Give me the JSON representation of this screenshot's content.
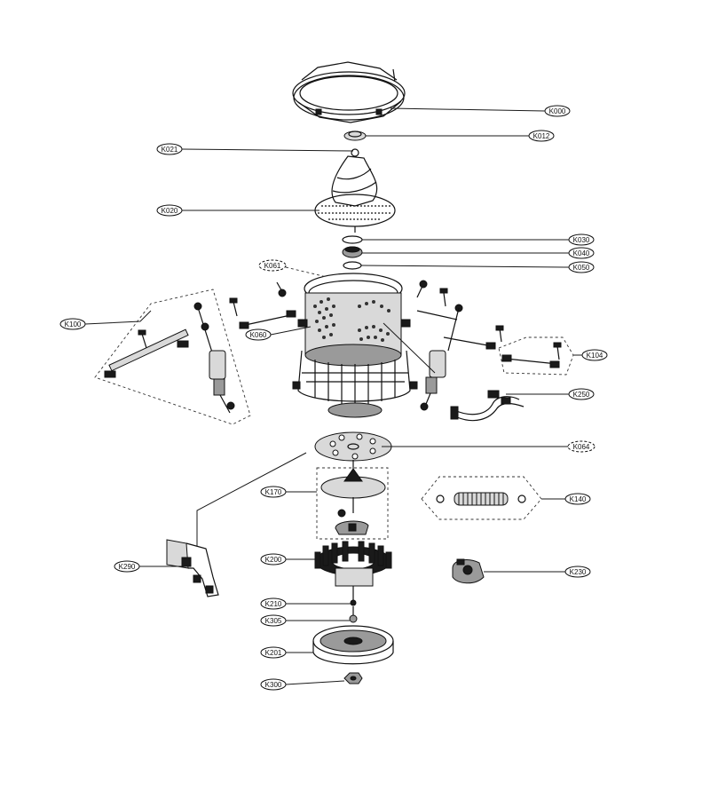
{
  "labels": [
    {
      "id": "k000",
      "code": "K000"
    },
    {
      "id": "k012",
      "code": "K012"
    },
    {
      "id": "k021",
      "code": "K021"
    },
    {
      "id": "k020",
      "code": "K020"
    },
    {
      "id": "k030",
      "code": "K030"
    },
    {
      "id": "k040",
      "code": "K040"
    },
    {
      "id": "k050",
      "code": "K050"
    },
    {
      "id": "k061",
      "code": "K061"
    },
    {
      "id": "k060",
      "code": "K060"
    },
    {
      "id": "k100",
      "code": "K100"
    },
    {
      "id": "k104",
      "code": "K104"
    },
    {
      "id": "k250",
      "code": "K250"
    },
    {
      "id": "k064",
      "code": "K064"
    },
    {
      "id": "k170",
      "code": "K170"
    },
    {
      "id": "k140",
      "code": "K140"
    },
    {
      "id": "k290",
      "code": "K290"
    },
    {
      "id": "k200",
      "code": "K200"
    },
    {
      "id": "k230",
      "code": "K230"
    },
    {
      "id": "k210",
      "code": "K210"
    },
    {
      "id": "k305",
      "code": "K305"
    },
    {
      "id": "k201",
      "code": "K201"
    },
    {
      "id": "k300",
      "code": "K300"
    }
  ]
}
